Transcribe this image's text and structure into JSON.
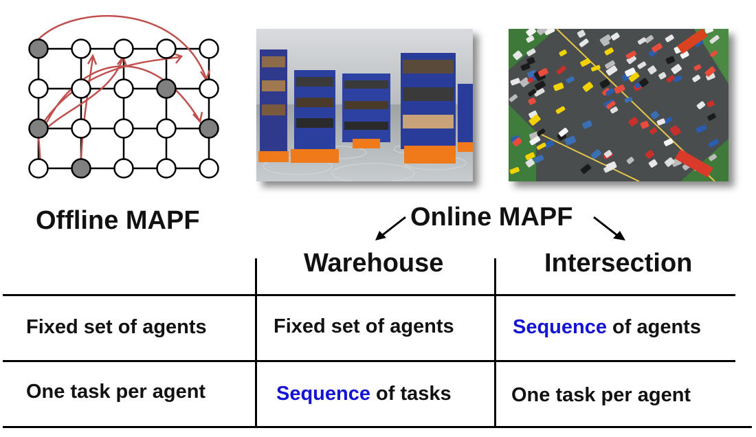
{
  "offline": {
    "label": "Offline MAPF"
  },
  "online": {
    "label": "Online MAPF",
    "warehouse_photo": "warehouse-robots-photo",
    "intersection_photo": "traffic-intersection-photo"
  },
  "table": {
    "headers": [
      "",
      "Warehouse",
      "Intersection"
    ],
    "rows": [
      {
        "offline": "Fixed set of agents",
        "warehouse": "Fixed set of agents",
        "intersection_highlight": "Sequence",
        "intersection_rest": " of agents"
      },
      {
        "offline": "One task per agent",
        "warehouse_highlight": "Sequence",
        "warehouse_rest": " of tasks",
        "intersection": "One task per agent"
      }
    ]
  },
  "colors": {
    "highlight": "#1414d4",
    "arrow": "#c0504d",
    "node_gray": "#808080"
  }
}
